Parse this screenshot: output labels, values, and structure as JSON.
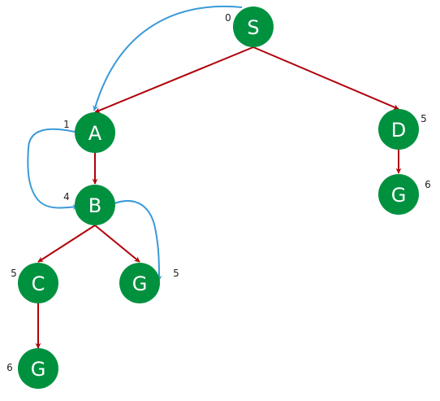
{
  "colors": {
    "node": "#00913f",
    "node_text": "#ffffff",
    "tree_edge": "#b0000a",
    "search_path": "#3a9ad9",
    "cost_text": "#222222"
  },
  "nodes": [
    {
      "id": "S",
      "label": "S",
      "cost": "0"
    },
    {
      "id": "A",
      "label": "A",
      "cost": "1"
    },
    {
      "id": "D",
      "label": "D",
      "cost": "5"
    },
    {
      "id": "B",
      "label": "B",
      "cost": "4"
    },
    {
      "id": "G1",
      "label": "G",
      "cost": "6"
    },
    {
      "id": "C",
      "label": "C",
      "cost": "5"
    },
    {
      "id": "G2",
      "label": "G",
      "cost": "5"
    },
    {
      "id": "G3",
      "label": "G",
      "cost": "6"
    }
  ],
  "tree_edges": [
    {
      "from": "S",
      "to": "A"
    },
    {
      "from": "S",
      "to": "D"
    },
    {
      "from": "D",
      "to": "G1"
    },
    {
      "from": "A",
      "to": "B"
    },
    {
      "from": "B",
      "to": "C"
    },
    {
      "from": "B",
      "to": "G2"
    },
    {
      "from": "C",
      "to": "G3"
    }
  ],
  "search_path": [
    {
      "from": "S",
      "to": "A"
    },
    {
      "from": "A",
      "to": "B"
    },
    {
      "from": "B",
      "to": "G2"
    }
  ]
}
